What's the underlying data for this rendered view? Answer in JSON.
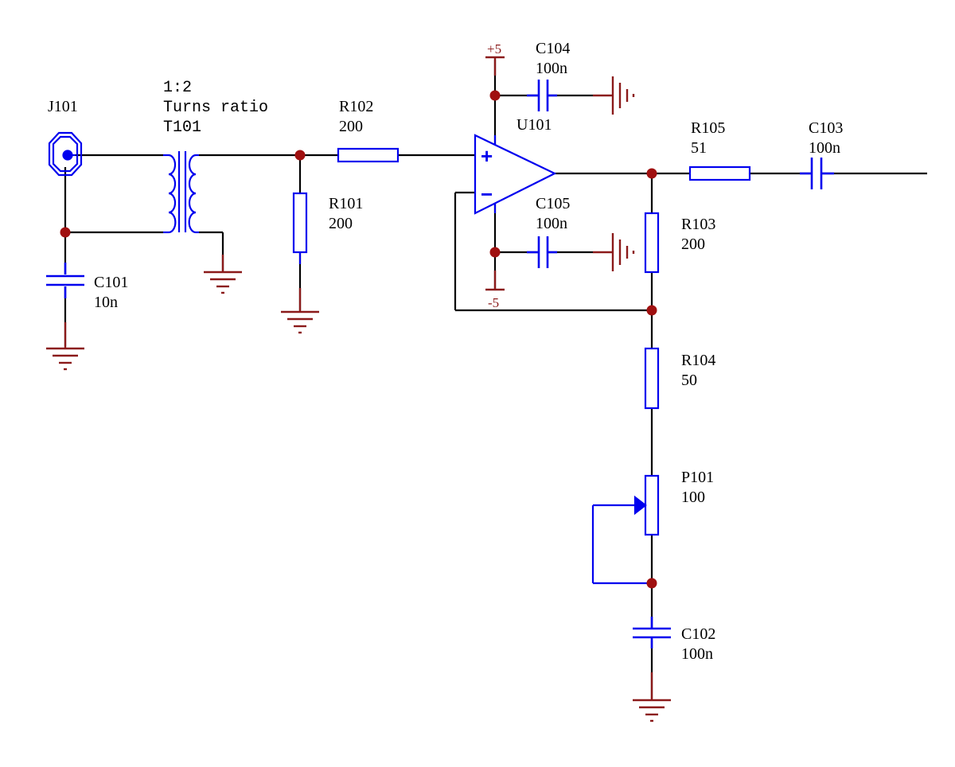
{
  "colors": {
    "wire": "#000000",
    "component": "#0000ee",
    "junction": "#a01010",
    "power": "#8b1a1a",
    "background": "#ffffff"
  },
  "labels": {
    "j101": "J101",
    "t101_ratio": "1:2",
    "t101_note": "Turns ratio",
    "t101": "T101",
    "r102": "R102",
    "r102_value": "200",
    "r101": "R101",
    "r101_value": "200",
    "c101": "C101",
    "c101_value": "10n",
    "c104": "C104",
    "c104_value": "100n",
    "u101": "U101",
    "c105": "C105",
    "c105_value": "100n",
    "r105": "R105",
    "r105_value": "51",
    "c103": "C103",
    "c103_value": "100n",
    "r103": "R103",
    "r103_value": "200",
    "r104": "R104",
    "r104_value": "50",
    "p101": "P101",
    "p101_value": "100",
    "c102": "C102",
    "c102_value": "100n",
    "plus_supply": "+5",
    "minus_supply": "-5",
    "opamp_plus": "+",
    "opamp_minus": "−"
  }
}
